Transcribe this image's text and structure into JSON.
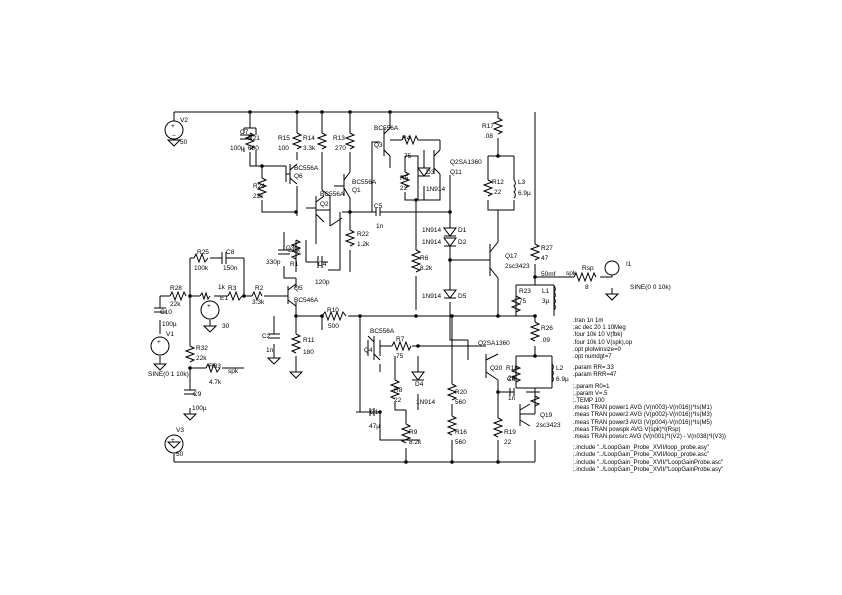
{
  "components": {
    "V1": {
      "name": "V1",
      "value": "SINE(0 1 10k)"
    },
    "V2": {
      "name": "V2",
      "value": "50"
    },
    "V3": {
      "name": "V3",
      "value": "50"
    },
    "I1": {
      "name": "I1",
      "value": "SINE(0 0 10k)"
    },
    "E1": {
      "name": "E1",
      "value": "30",
      "extra": "1k"
    },
    "R1": {
      "name": "R1",
      "value": "3.3k"
    },
    "R2": {
      "name": "R2",
      "value": "3.3k"
    },
    "R3": {
      "name": "R3",
      "value": "1k"
    },
    "R4": {
      "name": "R4",
      "value": "75"
    },
    "R5": {
      "name": "R5",
      "value": "22"
    },
    "R6": {
      "name": "R6",
      "value": "8.2k"
    },
    "R7": {
      "name": "R7",
      "value": "75"
    },
    "R8": {
      "name": "R8",
      "value": "22"
    },
    "R9": {
      "name": "R9",
      "value": "8.2k"
    },
    "R10": {
      "name": "R10",
      "value": "500"
    },
    "R11": {
      "name": "R11",
      "value": "180"
    },
    "R12": {
      "name": "R12",
      "value": "22"
    },
    "R13": {
      "name": "R13",
      "value": "270"
    },
    "R14": {
      "name": "R14",
      "value": "3.3k"
    },
    "R15": {
      "name": "R15",
      "value": "100"
    },
    "R16": {
      "name": "R16",
      "value": "560"
    },
    "R17": {
      "name": "R17",
      "value": ".08"
    },
    "R18": {
      "name": "R18",
      "value": "22"
    },
    "R19": {
      "name": "R19",
      "value": "22"
    },
    "R20": {
      "name": "R20",
      "value": "560"
    },
    "R21": {
      "name": "R21",
      "value": "680"
    },
    "R22": {
      "name": "R22",
      "value": "1.2k"
    },
    "R23": {
      "name": "R23",
      "value": "75"
    },
    "R24": {
      "name": "R24",
      "value": "22k"
    },
    "R25": {
      "name": "R25",
      "value": "100k"
    },
    "R26": {
      "name": "R26",
      "value": ".09"
    },
    "R27": {
      "name": "R27",
      "value": "47"
    },
    "R28": {
      "name": "R28",
      "value": "22k"
    },
    "R32": {
      "name": "R32",
      "value": "22k"
    },
    "R33": {
      "name": "R33",
      "value": "4.7k"
    },
    "Rsp": {
      "name": "Rsp",
      "value": "8"
    },
    "C1": {
      "name": "C1",
      "value": "47µ"
    },
    "C2": {
      "name": "C2",
      "value": "1n"
    },
    "C3": {
      "name": "C3",
      "value": "330p"
    },
    "C4": {
      "name": "C4",
      "value": "120p"
    },
    "C5": {
      "name": "C5",
      "value": "1n"
    },
    "C6": {
      "name": "C6",
      "value": "1n"
    },
    "C7": {
      "name": "C7",
      "value": "100µ"
    },
    "C8": {
      "name": "C8",
      "value": "150n"
    },
    "C9": {
      "name": "C9",
      "value": "100µ"
    },
    "C10": {
      "name": "C10",
      "value": "100µ"
    },
    "L1": {
      "name": "L1",
      "value": "3µ"
    },
    "L2": {
      "name": "L2",
      "value": "6.9µ"
    },
    "L3": {
      "name": "L3",
      "value": "6.9µ"
    },
    "D1": {
      "name": "D1",
      "value": "1N914"
    },
    "D2": {
      "name": "D2",
      "value": "1N914"
    },
    "D3": {
      "name": "D3",
      "value": "1N914"
    },
    "D4": {
      "name": "D4",
      "value": "1N914"
    },
    "D5": {
      "name": "D5",
      "value": "1N914"
    },
    "Q1": {
      "name": "Q1",
      "value": "BC556A"
    },
    "Q2": {
      "name": "Q2",
      "value": "BC556A"
    },
    "Q3": {
      "name": "Q3",
      "value": "BC556A"
    },
    "Q4": {
      "name": "Q4",
      "value": "BC556A"
    },
    "Q5": {
      "name": "Q5",
      "value": "BC546A"
    },
    "Q6": {
      "name": "Q6",
      "value": "BC556A"
    },
    "Q11": {
      "name": "Q11",
      "value": "Q2SA1360"
    },
    "Q17": {
      "name": "Q17",
      "value": "2sc3423"
    },
    "Q19": {
      "name": "Q19",
      "value": "2sc3423"
    },
    "Q20": {
      "name": "Q20",
      "value": "Q2SA1360"
    }
  },
  "nets": {
    "out": "50mf",
    "spk": "spk",
    "spk2": "spk"
  },
  "directives": [
    ".tran 1n 1m",
    ";ac dec 20 1 10Meg",
    ".four 10k 10 V(fbk)",
    ".four 10k 10 V(spk),op",
    ".opt plotwinsize=0",
    ".opt numdgt=7",
    "",
    ".param RR=.33",
    ".param RRR=47",
    "",
    ";.param R0=1",
    ";.param V=.5",
    ";.TEMP 100",
    ".meas TRAN power1 AVG (V(n003)-V(n016))*Is(M1)",
    ".meas TRAN power2 AVG (V(p002)-V(n016))*Is(M3)",
    ".meas TRAN power3 AVG (V(p004)-V(n016))*Is(M5)",
    ".meas TRAN powspk AVG V(spk)*I(Rsp)",
    ".meas TRAN powsrc AVG (V(n001)*I(V2) - V(n038)*I(V3))",
    "",
    ";.include \"../LoopGain_Probe_XVII/loop_probe.asy\"",
    ";.include \"../LoopGain_Probe_XVII/loop_probe.asc\"",
    ";.include \"../LoopGain_Probe_XVII/\"LoopGainProbe.asc\"",
    ";.include \"../LoopGain_Probe_XVII/\"LoopGainProbe.asy\""
  ]
}
